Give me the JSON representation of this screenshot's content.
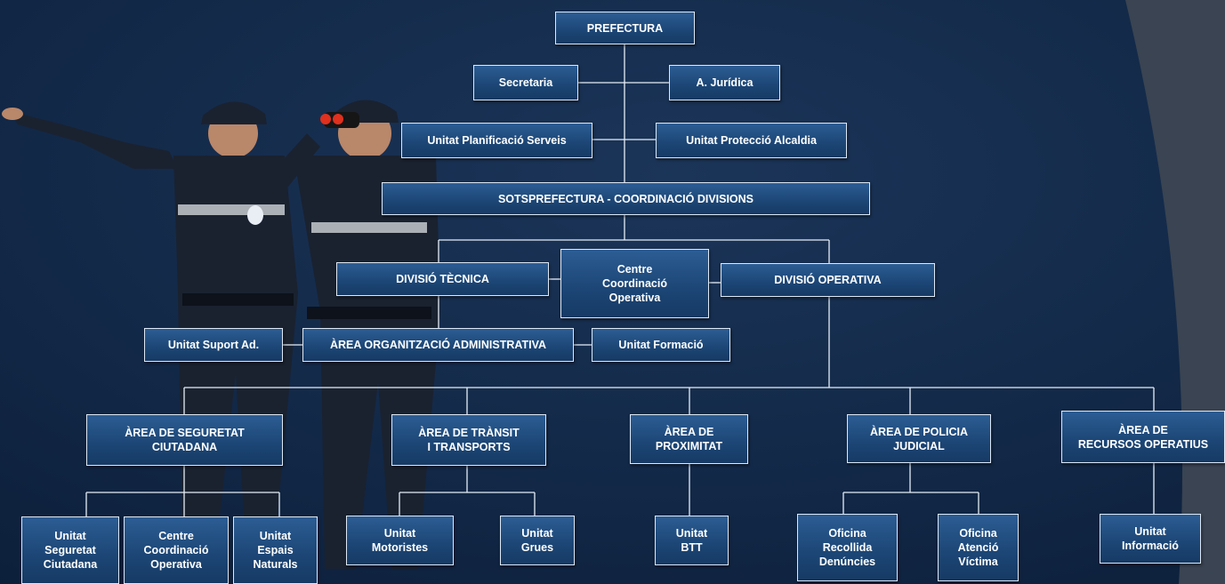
{
  "colors": {
    "background": "#0f2544",
    "box_fill": "#1d4777",
    "box_border": "#dfe9f5",
    "connector": "#e6eef8"
  },
  "nodes": {
    "prefectura": "PREFECTURA",
    "secretaria": "Secretaria",
    "juridica": "A. Jurídica",
    "planificacio": "Unitat Planificació Serveis",
    "proteccio": "Unitat Protecció Alcaldia",
    "sotsprefectura": "SOTSPREFECTURA - COORDINACIÓ DIVISIONS",
    "divisio_tecnica": "DIVISIÓ TÈCNICA",
    "centre_coord": "Centre\nCoordinació\nOperativa",
    "divisio_operativa": "DIVISIÓ OPERATIVA",
    "suport_ad": "Unitat Suport Ad.",
    "area_org": "ÀREA ORGANITZACIÓ ADMINISTRATIVA",
    "formacio": "Unitat Formació",
    "seguretat": "ÀREA DE SEGURETAT\nCIUTADANA",
    "transit": "ÀREA DE TRÀNSIT\nI TRANSPORTS",
    "proximitat": "ÀREA DE\nPROXIMITAT",
    "judicial": "ÀREA DE POLICIA\nJUDICIAL",
    "recursos": "ÀREA DE\nRECURSOS OPERATIUS",
    "u_seguretat": "Unitat\nSeguretat\nCiutadana",
    "u_centre": "Centre\nCoordinació\nOperativa",
    "u_espais": "Unitat\nEspais\nNaturals",
    "u_motoristes": "Unitat\nMotoristes",
    "u_grues": "Unitat\nGrues",
    "u_btt": "Unitat\nBTT",
    "u_recollida": "Oficina\nRecollida\nDenúncies",
    "u_victima": "Oficina\nAtenció\nVíctima",
    "u_informacio": "Unitat\nInformació"
  }
}
